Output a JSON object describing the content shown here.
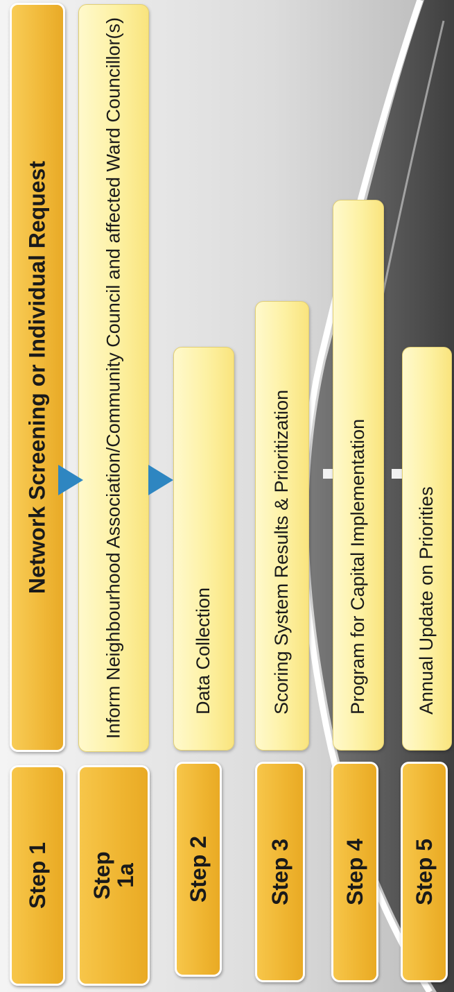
{
  "colors": {
    "step_fill": "#f0b838",
    "step_light_fill": "#fdf1a3",
    "arrow": "#2e86c1",
    "road_dark": "#555555",
    "road_line": "#ffffff"
  },
  "header": {
    "title": "Network Screening or Individual Request"
  },
  "steps": [
    {
      "label": "Step 1",
      "description": ""
    },
    {
      "label": "Step 1a",
      "description": "Inform Neighbourhood Association/Community Council and affected Ward Councillor(s)"
    },
    {
      "label": "Step 2",
      "description": "Data Collection"
    },
    {
      "label": "Step 3",
      "description": "Scoring System Results & Prioritization"
    },
    {
      "label": "Step 4",
      "description": "Program for Capital Implementation"
    },
    {
      "label": "Step 5",
      "description": "Annual Update on Priorities"
    }
  ],
  "arrows": [
    "triangle-right-icon",
    "triangle-right-icon"
  ]
}
